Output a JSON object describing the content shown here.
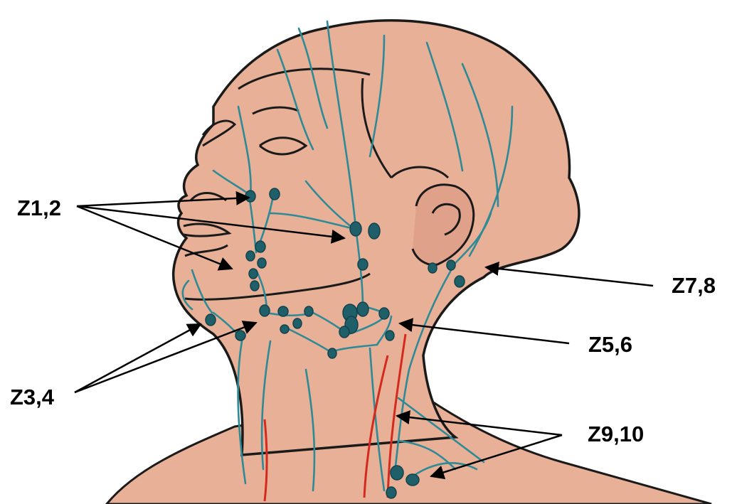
{
  "labels": {
    "z12": "Z1,2",
    "z34": "Z3,4",
    "z56": "Z5,6",
    "z78": "Z7,8",
    "z910": "Z9,10"
  },
  "colors": {
    "skin": "#e8b097",
    "outline": "#1a1a1a",
    "lymph": "#2e8a96",
    "node": "#1f5f69",
    "artery": "#d42a1e",
    "arrow": "#000000"
  }
}
